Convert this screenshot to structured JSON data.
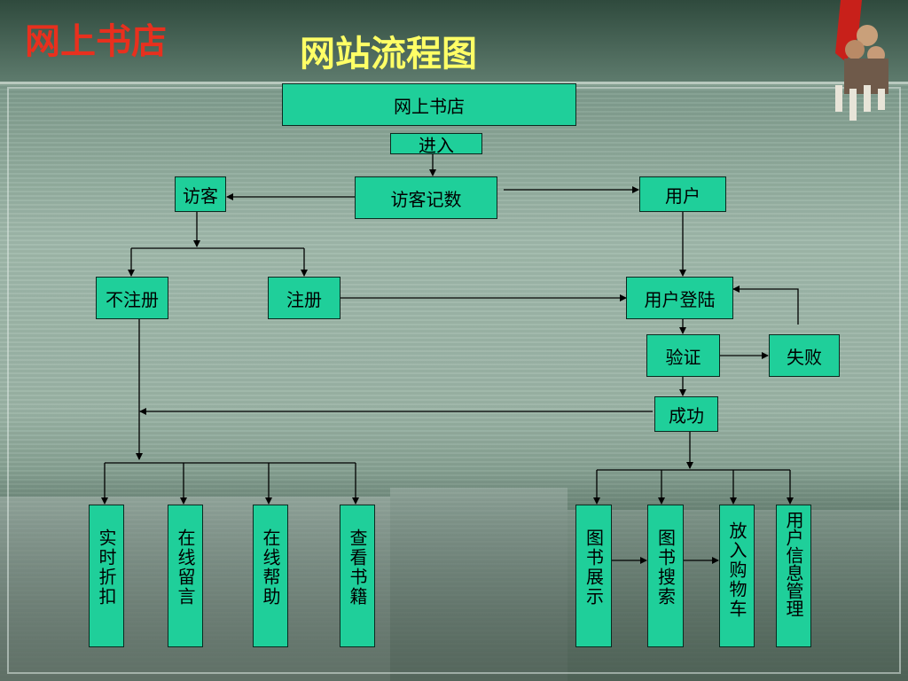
{
  "header": {
    "store_title": "网上书店",
    "diagram_title": "网站流程图"
  },
  "nodes": {
    "store": "网上书店",
    "enter": "进入",
    "visitor": "访客",
    "visit_record": "访客记数",
    "user": "用户",
    "unregistered": "不注册",
    "register": "注册",
    "user_login": "用户登陆",
    "verify": "验证",
    "fail": "失败",
    "success": "成功",
    "discount": "实时折扣",
    "message": "在线留言",
    "help": "在线帮助",
    "view_books": "查看书籍",
    "book_display": "图书展示",
    "book_search": "图书搜索",
    "cart": "放入购物车",
    "user_info": "用户信息管理"
  },
  "colors": {
    "node_fill": "#1fcf9a",
    "store_title": "#e8301e",
    "diagram_title": "#ffff66"
  }
}
